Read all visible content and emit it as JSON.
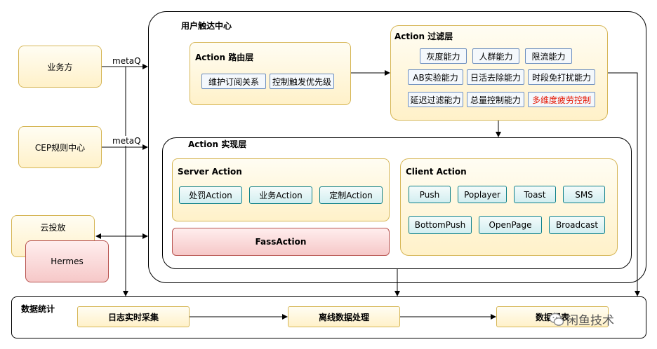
{
  "left": {
    "biz": "业务方",
    "cep": "CEP规则中心",
    "cloud": "云投放",
    "hermes": "Hermes"
  },
  "edges": {
    "metaq1": "metaQ",
    "metaq2": "metaQ"
  },
  "user_center": {
    "title": "用户触达中心"
  },
  "routing": {
    "title": "Action 路由层",
    "items": [
      "维护订阅关系",
      "控制触发优先级"
    ]
  },
  "filter": {
    "title": "Action 过滤层",
    "items": [
      "灰度能力",
      "人群能力",
      "限流能力",
      "AB实验能力",
      "日活去除能力",
      "时段免打扰能力",
      "延迟过滤能力",
      "总量控制能力",
      "多维度疲劳控制"
    ],
    "highlight_color": "#e51400"
  },
  "impl": {
    "title": "Action 实现层",
    "server": {
      "title": "Server Action",
      "items": [
        "处罚Action",
        "业务Action",
        "定制Action"
      ]
    },
    "client": {
      "title": "Client Action",
      "items": [
        "Push",
        "Poplayer",
        "Toast",
        "SMS",
        "BottomPush",
        "OpenPage",
        "Broadcast"
      ]
    },
    "fass": "FassAction"
  },
  "stats": {
    "title": "数据统计",
    "items": [
      "日志实时采集",
      "离线数据处理",
      "数据报表"
    ]
  },
  "watermark": "闲鱼技术"
}
